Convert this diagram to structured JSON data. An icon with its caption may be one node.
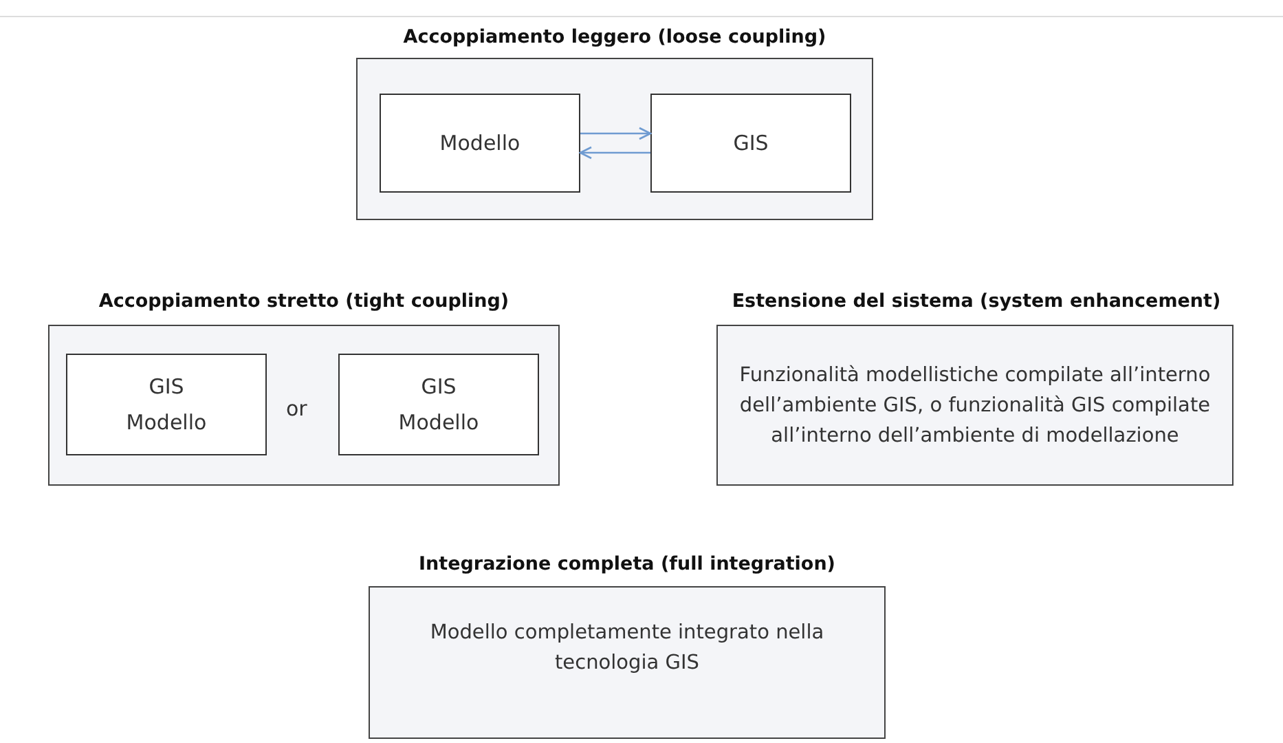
{
  "diagram": {
    "nodes": [
      {
        "text": [
          "Accoppiamento leggero (loose coupling)"
        ]
      },
      {
        "text": [
          "Modello"
        ],
        "in": 0
      },
      {
        "text": [
          "GIS"
        ],
        "in": 0
      },
      {
        "text": [
          "Accoppiamento stretto (tight coupling)"
        ]
      },
      {
        "text": [
          "GIS",
          "Modello"
        ],
        "in": 3
      },
      {
        "text": [
          "GIS",
          "Modello"
        ],
        "in": 3
      },
      {
        "text": [
          "Estensione del sistema (system enhancement)",
          "Funzionalità modellistiche compilate all’interno dell’ambiente GIS, o funzionalità GIS compilate all’interno dell’ambiente di modellazione"
        ]
      },
      {
        "text": [
          "Integrazione completa (full integration)",
          "Modello completamente integrato nella tecnologia GIS"
        ]
      }
    ],
    "edges": [
      {
        "from": 1,
        "to": 2,
        "arrow": "to"
      },
      {
        "from": 2,
        "to": 1,
        "arrow": "to"
      }
    ],
    "labels": [
      "or"
    ]
  }
}
